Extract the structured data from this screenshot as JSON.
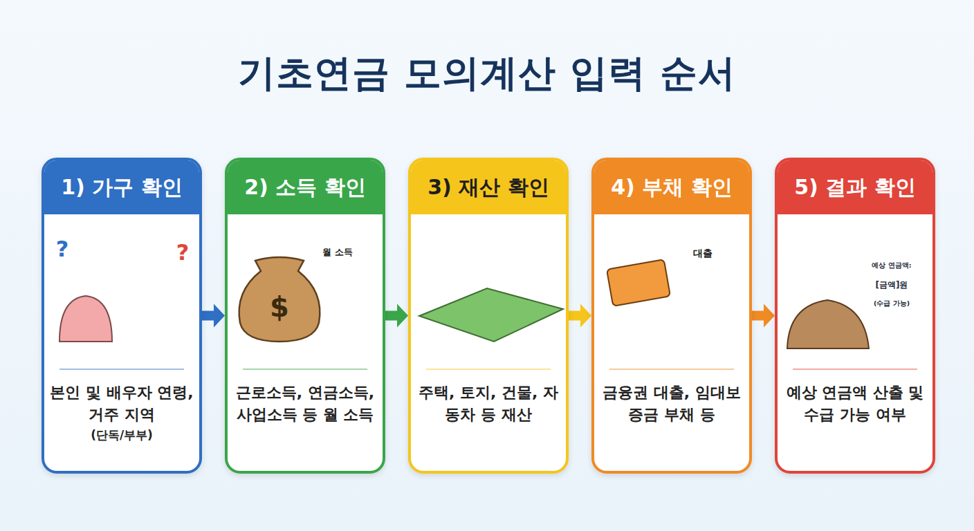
{
  "diagram": {
    "title": "기초연금 모의계산 입력 순서",
    "nodes": [
      {
        "text": [
          "1) 가구 확인",
          "본인 및 배우자 연령, 거주 지역",
          "(단독/부부)"
        ]
      },
      {
        "text": [
          "2) 소득 확인",
          "근로소득, 연금소득, 사업소득 등 월 소득"
        ]
      },
      {
        "text": [
          "3) 재산 확인",
          "주택, 토지, 건물, 자동차 등 재산"
        ]
      },
      {
        "text": [
          "4) 부채 확인",
          "금융권 대출, 임대보증금 부채 등"
        ]
      },
      {
        "text": [
          "5) 결과 확인",
          "예상 연금액 산출 및 수급 가능 여부"
        ]
      }
    ],
    "edges": [
      {
        "from": 0,
        "to": 1,
        "arrow": "to"
      },
      {
        "from": 1,
        "to": 2,
        "arrow": "to"
      },
      {
        "from": 2,
        "to": 3,
        "arrow": "to"
      },
      {
        "from": 3,
        "to": 4,
        "arrow": "to"
      }
    ],
    "labels": [
      "?",
      "?",
      "$",
      "월 소득",
      "대출",
      "예상 연금액:",
      "[금액]원",
      "(수급 가능)"
    ]
  }
}
